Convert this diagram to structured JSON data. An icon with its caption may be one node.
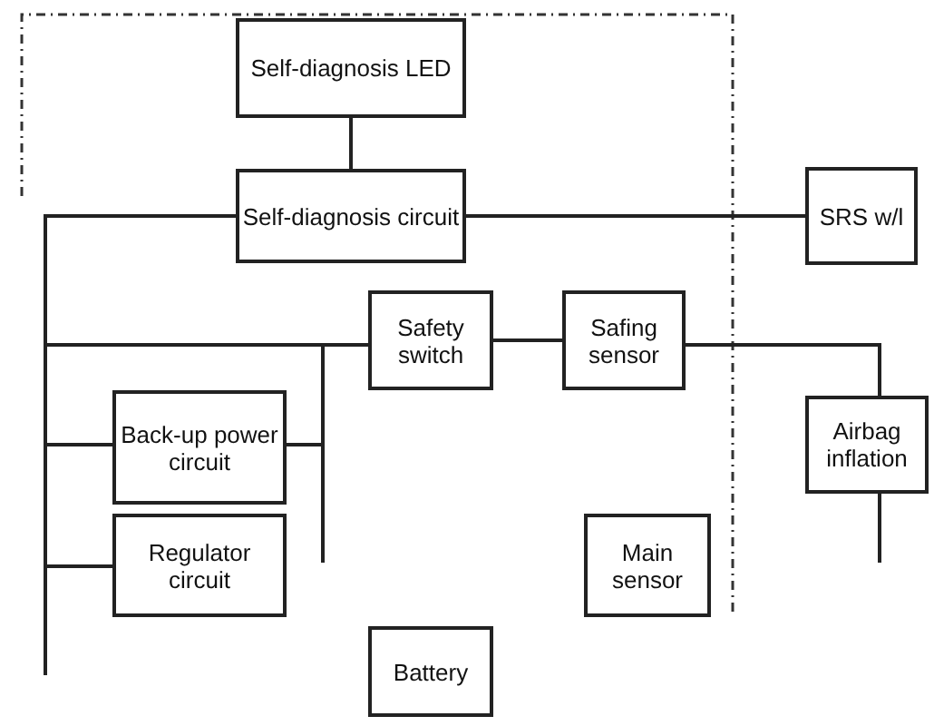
{
  "diagram": {
    "nodes": [
      {
        "text": [
          "Self-diagnosis LED"
        ]
      },
      {
        "text": [
          "Self-diagnosis circuit"
        ]
      },
      {
        "text": [
          "SRS w/l"
        ]
      },
      {
        "text": [
          "Safety switch"
        ]
      },
      {
        "text": [
          "Safing sensor"
        ]
      },
      {
        "text": [
          "Back-up power circuit"
        ]
      },
      {
        "text": [
          "Regulator circuit"
        ]
      },
      {
        "text": [
          "Airbag inflation"
        ]
      },
      {
        "text": [
          "Main sensor"
        ]
      },
      {
        "text": [
          "Battery"
        ]
      }
    ],
    "edges": [
      {
        "from": 0,
        "to": 1,
        "arrow": "none"
      },
      {
        "from": 1,
        "to": 2,
        "arrow": "none"
      },
      {
        "from": 1,
        "to": 3,
        "arrow": "none"
      },
      {
        "from": 5,
        "to": 1,
        "arrow": "none"
      },
      {
        "from": 6,
        "to": 1,
        "arrow": "none"
      },
      {
        "from": 5,
        "to": 3,
        "arrow": "none"
      },
      {
        "from": 3,
        "to": 4,
        "arrow": "none"
      },
      {
        "from": 4,
        "to": 7,
        "arrow": "none"
      },
      {
        "from": 7,
        "to": null,
        "arrow": "none"
      }
    ]
  }
}
